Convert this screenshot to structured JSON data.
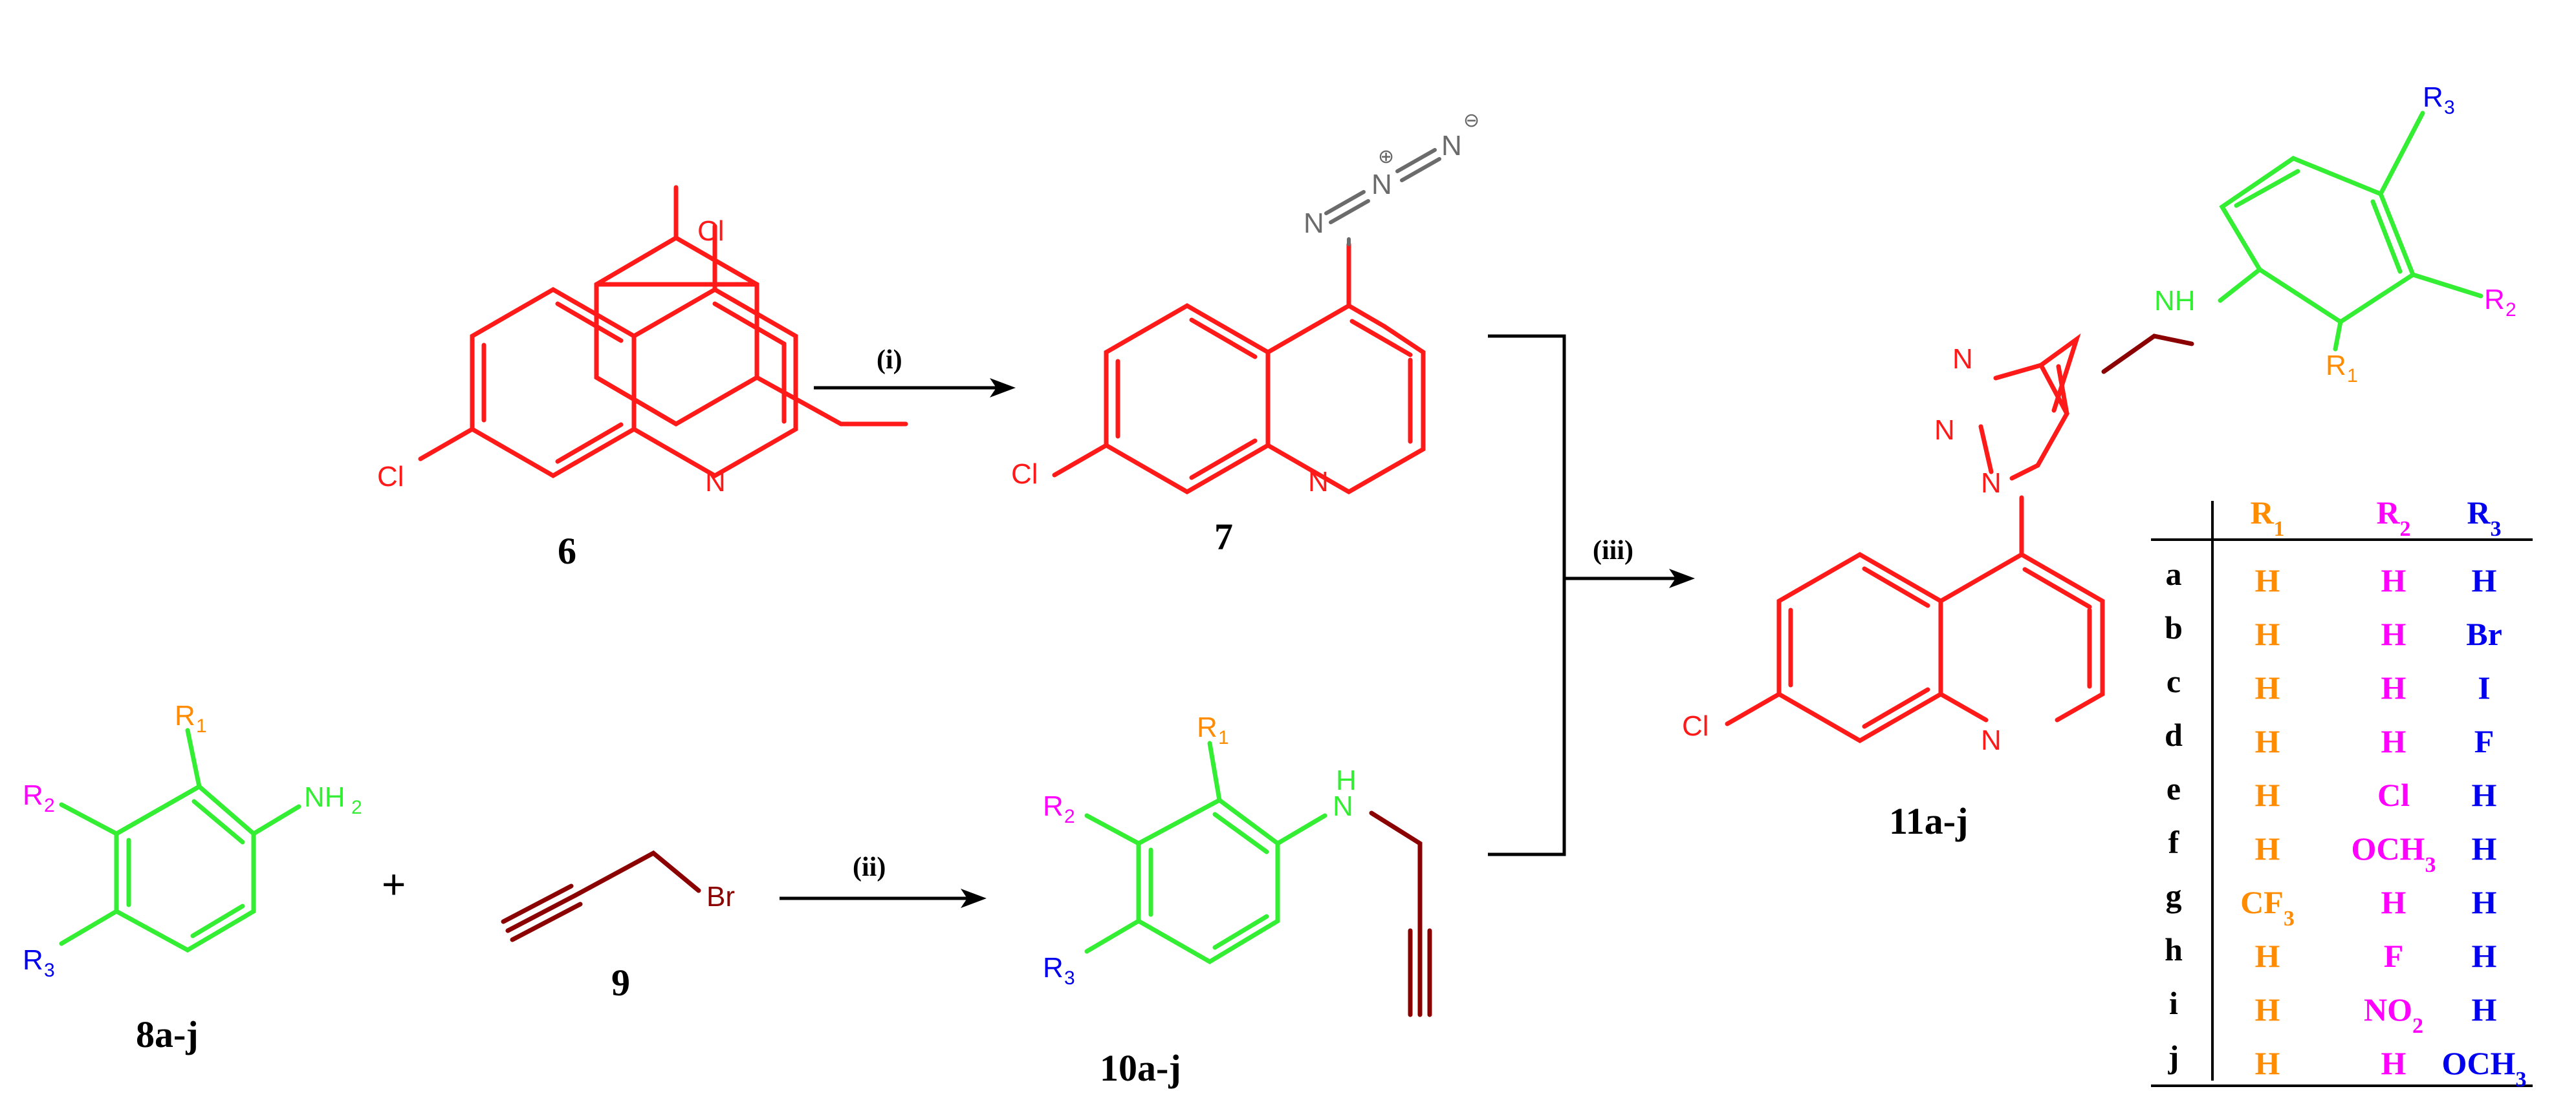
{
  "colors": {
    "red": "#ff1a1a",
    "green": "#33ee33",
    "maroon": "#8b0000",
    "grey": "#6b6b6b",
    "orange": "#ff8c00",
    "magenta": "#ff00ff",
    "blue": "#0000ee",
    "black": "#000000"
  },
  "compounds": {
    "c6": "6",
    "c7": "7",
    "c8": "8a-j",
    "c9": "9",
    "c10": "10a-j",
    "c11": "11a-j"
  },
  "conditions": {
    "i": "(i)",
    "ii": "(ii)",
    "iii": "(iii)"
  },
  "atoms": {
    "cl": "Cl",
    "n": "N",
    "nh": "NH",
    "h": "H",
    "nh2": "NH",
    "nh2_sub": "2",
    "br": "Br",
    "r": "R",
    "r1": "1",
    "r2": "2",
    "r3": "3",
    "plus_sign": "+",
    "plus_charge": "⊕",
    "minus_charge": "⊖"
  },
  "table": {
    "headers": [
      "R1",
      "R2",
      "R3"
    ],
    "rows": [
      {
        "id": "a",
        "r1": "H",
        "r2": "H",
        "r3": "H"
      },
      {
        "id": "b",
        "r1": "H",
        "r2": "H",
        "r3": "Br"
      },
      {
        "id": "c",
        "r1": "H",
        "r2": "H",
        "r3": "I"
      },
      {
        "id": "d",
        "r1": "H",
        "r2": "H",
        "r3": "F"
      },
      {
        "id": "e",
        "r1": "H",
        "r2": "Cl",
        "r3": "H"
      },
      {
        "id": "f",
        "r1": "H",
        "r2": "OCH3",
        "r3": "H"
      },
      {
        "id": "g",
        "r1": "CF3",
        "r2": "H",
        "r3": "H"
      },
      {
        "id": "h",
        "r1": "H",
        "r2": "F",
        "r3": "H"
      },
      {
        "id": "i",
        "r1": "H",
        "r2": "NO2",
        "r3": "H"
      },
      {
        "id": "j",
        "r1": "H",
        "r2": "H",
        "r3": "OCH3"
      }
    ]
  }
}
